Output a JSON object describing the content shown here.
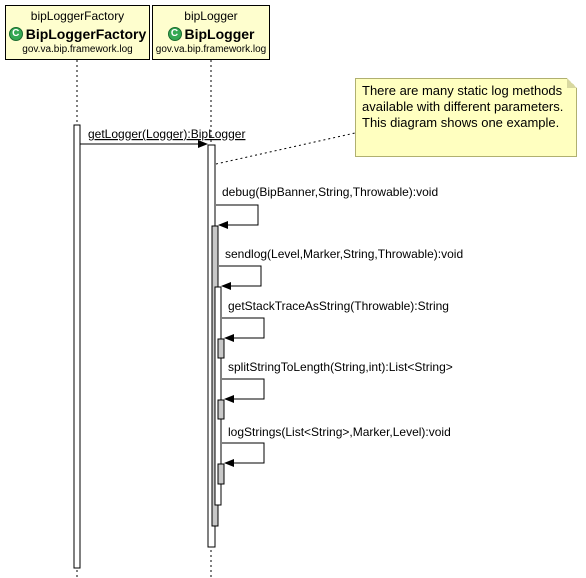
{
  "lifelines": [
    {
      "stereotype": "bipLoggerFactory",
      "icon": "C",
      "name": "BipLoggerFactory",
      "package": "gov.va.bip.framework.log"
    },
    {
      "stereotype": "bipLogger",
      "icon": "C",
      "name": "BipLogger",
      "package": "gov.va.bip.framework.log"
    }
  ],
  "note": {
    "text": "There are many static log methods available with different parameters. This diagram shows one example."
  },
  "messages": [
    "getLogger(Logger):BipLogger",
    "debug(BipBanner,String,Throwable):void",
    "sendlog(Level,Marker,String,Throwable):void",
    "getStackTraceAsString(Throwable):String",
    "splitStringToLength(String,int):List<String>",
    "logStrings(List<String>,Marker,Level):void"
  ],
  "colors": {
    "lifeline_header": "#fefece",
    "note_background": "#ffffc0",
    "class_icon": "#34a853",
    "activation": "#ffffff",
    "activation_gray": "#c8c8c8"
  }
}
